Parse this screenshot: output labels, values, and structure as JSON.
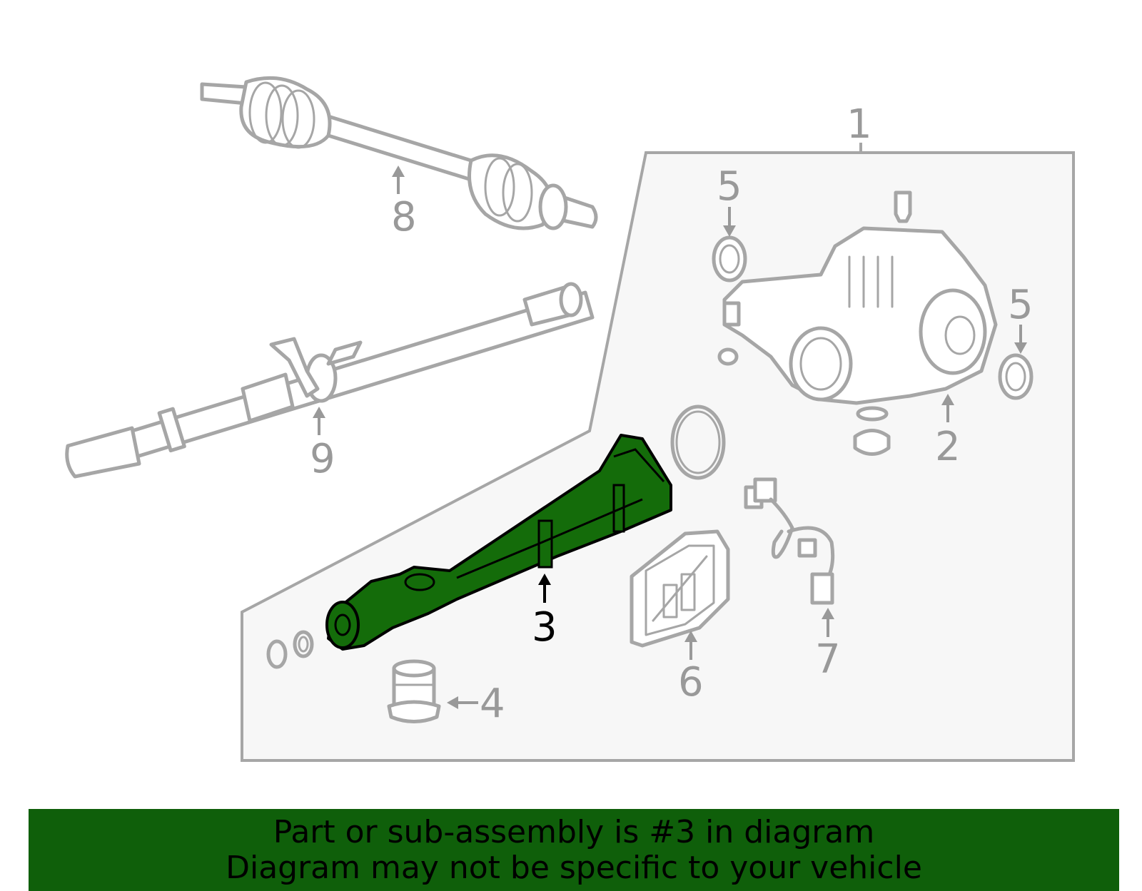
{
  "diagram": {
    "callouts": [
      {
        "id": "1",
        "label": "1"
      },
      {
        "id": "2",
        "label": "2"
      },
      {
        "id": "3",
        "label": "3",
        "highlighted": true
      },
      {
        "id": "4",
        "label": "4"
      },
      {
        "id": "5a",
        "label": "5"
      },
      {
        "id": "5b",
        "label": "5"
      },
      {
        "id": "6",
        "label": "6"
      },
      {
        "id": "7",
        "label": "7"
      },
      {
        "id": "8",
        "label": "8"
      },
      {
        "id": "9",
        "label": "9"
      }
    ],
    "colors": {
      "highlight_part": "#146c0a",
      "outline": "#a6a6a6",
      "callout_text": "#999999",
      "callout_active": "#000000",
      "assembly_panel": "#f7f7f7",
      "banner_background": "#0f5f0a"
    }
  },
  "banner": {
    "line1": "Part or sub-assembly is #3 in diagram",
    "line2": "Diagram may not be specific to your vehicle"
  }
}
